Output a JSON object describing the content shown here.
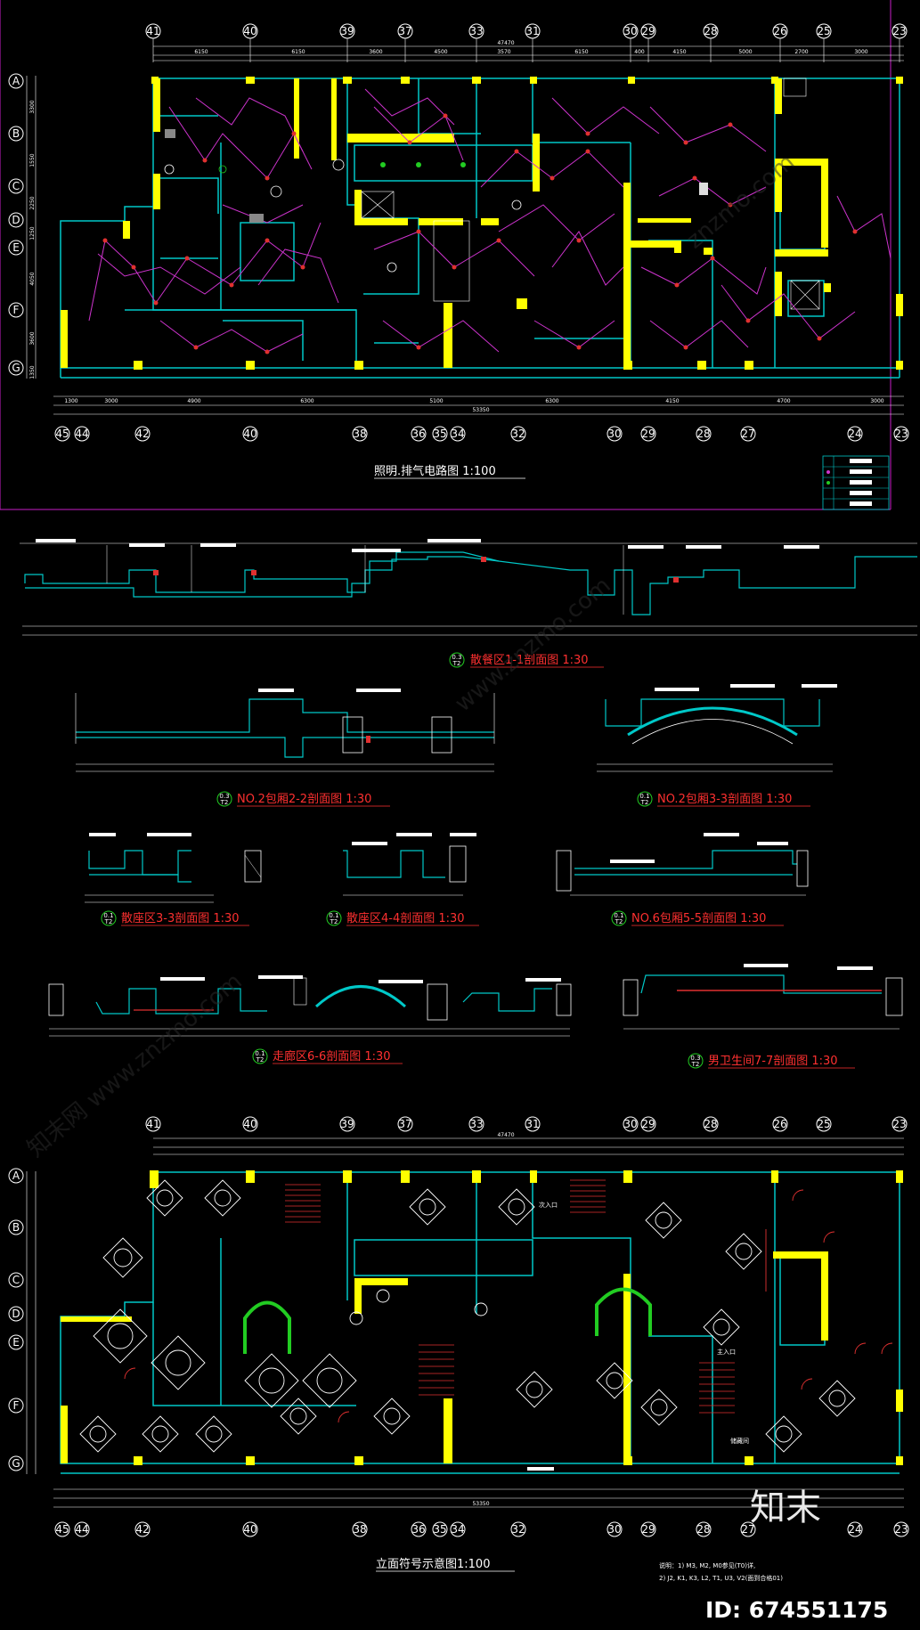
{
  "plan1": {
    "title": "照明.排气电路图 1:100",
    "top_axes": [
      "41",
      "40",
      "39",
      "37",
      "33",
      "31",
      "30",
      "29",
      "28",
      "26",
      "25",
      "23"
    ],
    "bottom_axes": [
      "45",
      "44",
      "42",
      "40",
      "38",
      "36",
      "35",
      "34",
      "32",
      "30",
      "29",
      "28",
      "27",
      "24",
      "23"
    ],
    "row_axes": [
      "A",
      "B",
      "C",
      "D",
      "E",
      "F",
      "G"
    ],
    "top_overall": "47470",
    "top_dims": [
      "6150",
      "6150",
      "3600",
      "4500",
      "3570",
      "6150",
      "400",
      "4150",
      "5000",
      "2700",
      "3000"
    ],
    "bottom_overall": "53350",
    "bottom_dims": [
      "1300",
      "3000",
      "4900",
      "6300",
      "5100",
      "6300",
      "4150",
      "4700",
      "3000"
    ],
    "left_dims": [
      "3300",
      "1550",
      "2250",
      "1250",
      "4050",
      "3600",
      "1350"
    ]
  },
  "sections": {
    "s1": {
      "label": "散餐区1-1剖面图 1:30",
      "badge_top": "0.3",
      "badge_bottom": "T2"
    },
    "s2": {
      "label": "NO.2包厢2-2剖面图 1:30",
      "badge_top": "0.3",
      "badge_bottom": "T2"
    },
    "s3": {
      "label": "NO.2包厢3-3剖面图 1:30",
      "badge_top": "0.1",
      "badge_bottom": "T2"
    },
    "s4": {
      "label": "散座区3-3剖面图 1:30",
      "badge_top": "0.1",
      "badge_bottom": "T2"
    },
    "s5": {
      "label": "散座区4-4剖面图 1:30",
      "badge_top": "0.1",
      "badge_bottom": "T2"
    },
    "s6": {
      "label": "NO.6包厢5-5剖面图 1:30",
      "badge_top": "0.1",
      "badge_bottom": "T2"
    },
    "s7": {
      "label": "走廊区6-6剖面图 1:30",
      "badge_top": "0.1",
      "badge_bottom": "T2"
    },
    "s8": {
      "label": "男卫生间7-7剖面图 1:30",
      "badge_top": "0.3",
      "badge_bottom": "T2"
    }
  },
  "plan2": {
    "title": "立面符号示意图1:100",
    "room_labels": [
      "次入口",
      "主入口",
      "储藏间"
    ],
    "note_line1": "说明：1) M3, M2, M0参见(T0)详,",
    "note_line2": "2) J2, K1, K3, L2, T1, U3, V2(面到合格01)"
  },
  "watermarks": [
    "知末网 www.znzmo.com",
    "www.znzmo.com",
    "znzmo.com"
  ],
  "brand": {
    "logo_text": "知末",
    "id_text": "ID: 674551175"
  },
  "colors": {
    "wall": "#ffff00",
    "partition": "#00c8c8",
    "circuit": "#cc33cc",
    "fixture": "#e03030",
    "title_red": "#ff3030",
    "green": "#22cc22"
  }
}
